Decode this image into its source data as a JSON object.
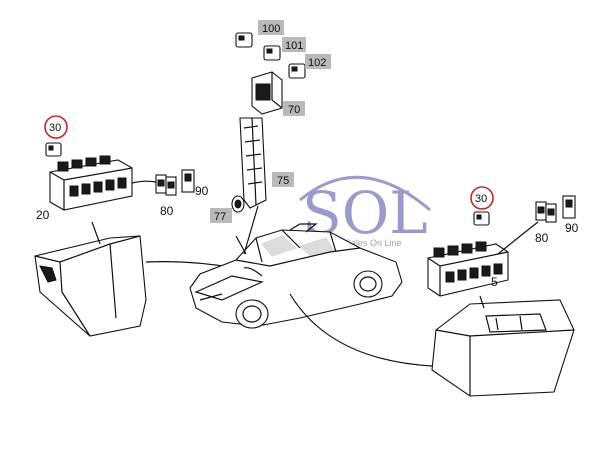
{
  "watermark": {
    "logo_text": "SOL",
    "tagline": "Sales On Line",
    "color": "#4a4aa0"
  },
  "colors": {
    "highlight_circle": "#c4252a",
    "tag_fill": "#b9b9b9",
    "line": "#111111"
  },
  "callouts": {
    "c100": "100",
    "c101": "101",
    "c102": "102",
    "c70": "70",
    "c75": "75",
    "c77": "77",
    "c30_left": "30",
    "c20": "20",
    "c80_left": "80",
    "c90_left": "90",
    "c30_right": "30",
    "c5": "5",
    "c80_right": "80",
    "c90_right": "90"
  }
}
